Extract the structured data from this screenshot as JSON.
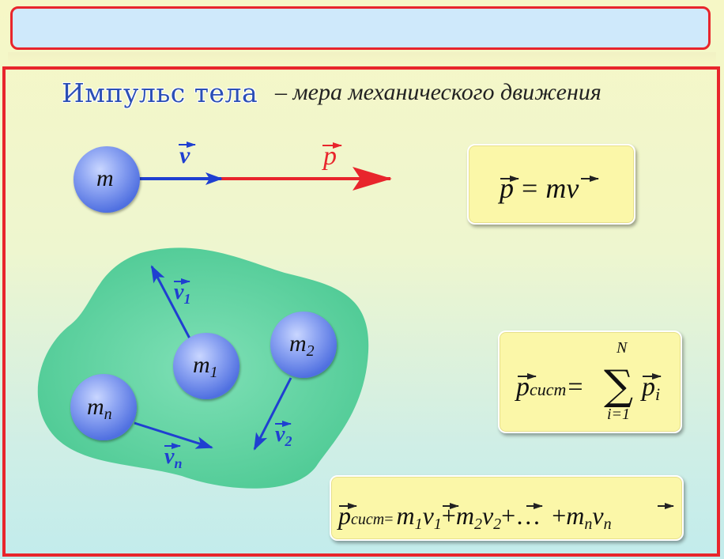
{
  "header": {
    "title": "Импульс тела",
    "subtitle": "– мера механического движения"
  },
  "single_body": {
    "mass_label": "m",
    "velocity_label": "v",
    "momentum_label": "p"
  },
  "system_bodies": {
    "body1": {
      "mass": "m",
      "mass_sub": "1",
      "vel": "v",
      "vel_sub": "1"
    },
    "body2": {
      "mass": "m",
      "mass_sub": "2",
      "vel": "v",
      "vel_sub": "2"
    },
    "bodyn": {
      "mass": "m",
      "mass_sub": "n",
      "vel": "v",
      "vel_sub": "n"
    }
  },
  "formulas": {
    "momentum": {
      "lhs": "p",
      "eq": "=",
      "rhs_m": "m",
      "rhs_v": "v"
    },
    "system_sum": {
      "lhs": "p",
      "lhs_sub": "сист",
      "eq": "=",
      "sum_symbol": "∑",
      "upper": "N",
      "lower": "i=1",
      "term": "p",
      "term_sub": "i"
    },
    "system_expanded": {
      "lhs": "p",
      "lhs_sub": "сист",
      "eq": "=",
      "t1_m": "m",
      "t1_ms": "1",
      "t1_v": "v",
      "t1_vs": "1",
      "plus": "+",
      "t2_m": "m",
      "t2_ms": "2",
      "t2_v": "v",
      "t2_vs": "2",
      "ellipsis": "+…",
      "plus2": "+",
      "tn_m": "m",
      "tn_ms": "n",
      "tn_v": "v",
      "tn_vs": "n"
    }
  },
  "colors": {
    "frame": "#e8252c",
    "title_fill": "#cfe9fb",
    "heading": "#2b4fb5",
    "velocity": "#1f3fd1",
    "momentum": "#e8252c",
    "cloud": "#5fd3a0",
    "formula_fill": "#fbf7a8"
  }
}
